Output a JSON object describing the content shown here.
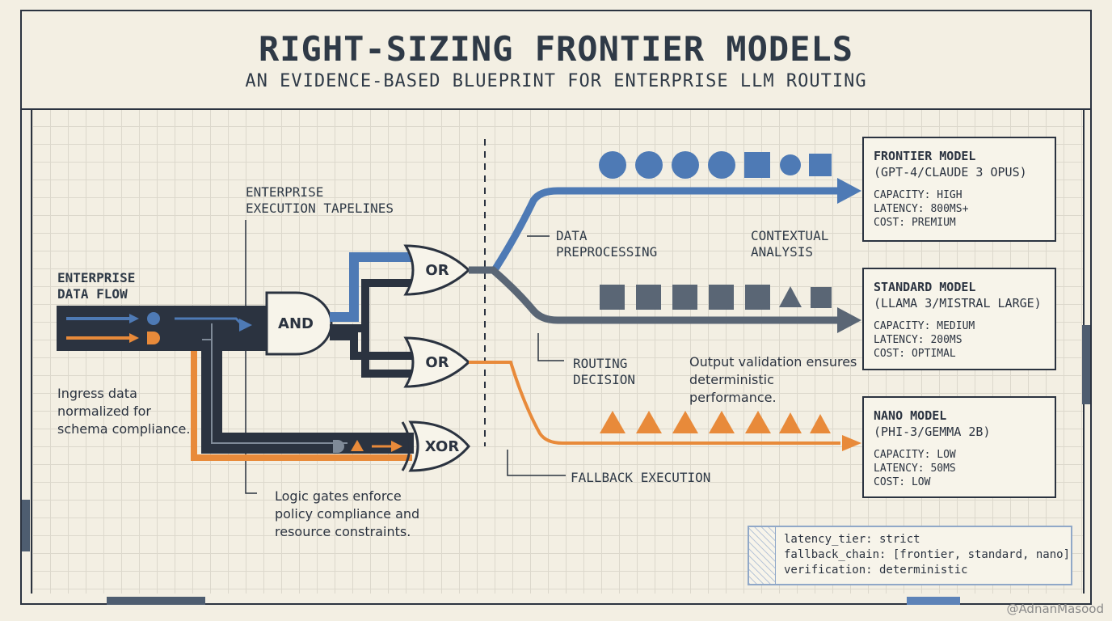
{
  "header": {
    "title": "RIGHT-SIZING FRONTIER MODELS",
    "subtitle": "AN EVIDENCE-BASED BLUEPRINT FOR ENTERPRISE LLM ROUTING"
  },
  "labels": {
    "enterprise_data_flow": "ENTERPRISE\nDATA FLOW",
    "execution_tapelines": "ENTERPRISE\nEXECUTION TAPELINES",
    "data_preprocessing": "DATA\nPREPROCESSING",
    "contextual_analysis": "CONTEXTUAL\nANALYSIS",
    "routing_decision": "ROUTING\nDECISION",
    "fallback_execution": "FALLBACK EXECUTION"
  },
  "notes": {
    "ingress": "Ingress data normalized for schema compliance.",
    "logic_gates": "Logic gates enforce policy compliance and resource constraints.",
    "output_validation": "Output validation ensures deterministic performance."
  },
  "gates": {
    "and": "AND",
    "or_top": "OR",
    "or_bottom": "OR",
    "xor": "XOR"
  },
  "models": [
    {
      "title": "FRONTIER MODEL",
      "subtitle": "(GPT-4/CLAUDE 3 OPUS)",
      "capacity": "CAPACITY: HIGH",
      "latency": "LATENCY: 800MS+",
      "cost": "COST: PREMIUM"
    },
    {
      "title": "STANDARD MODEL",
      "subtitle": "(LLAMA 3/MISTRAL LARGE)",
      "capacity": "CAPACITY: MEDIUM",
      "latency": "LATENCY: 200MS",
      "cost": "COST: OPTIMAL"
    },
    {
      "title": "NANO MODEL",
      "subtitle": "(PHI-3/GEMMA 2B)",
      "capacity": "CAPACITY: LOW",
      "latency": "LATENCY: 50MS",
      "cost": "COST: LOW"
    }
  ],
  "config": {
    "line1": "latency_tier: strict",
    "line2": "fallback_chain: [frontier, standard, nano]",
    "line3": "verification: deterministic"
  },
  "watermark": "@AdnanMasood",
  "colors": {
    "blue": "#4e7ab5",
    "slate": "#5a6675",
    "orange": "#e88a3a",
    "dark": "#2b3340"
  },
  "icons": [
    "circle-token-icon",
    "square-token-icon",
    "triangle-token-icon",
    "half-circle-token-icon"
  ]
}
